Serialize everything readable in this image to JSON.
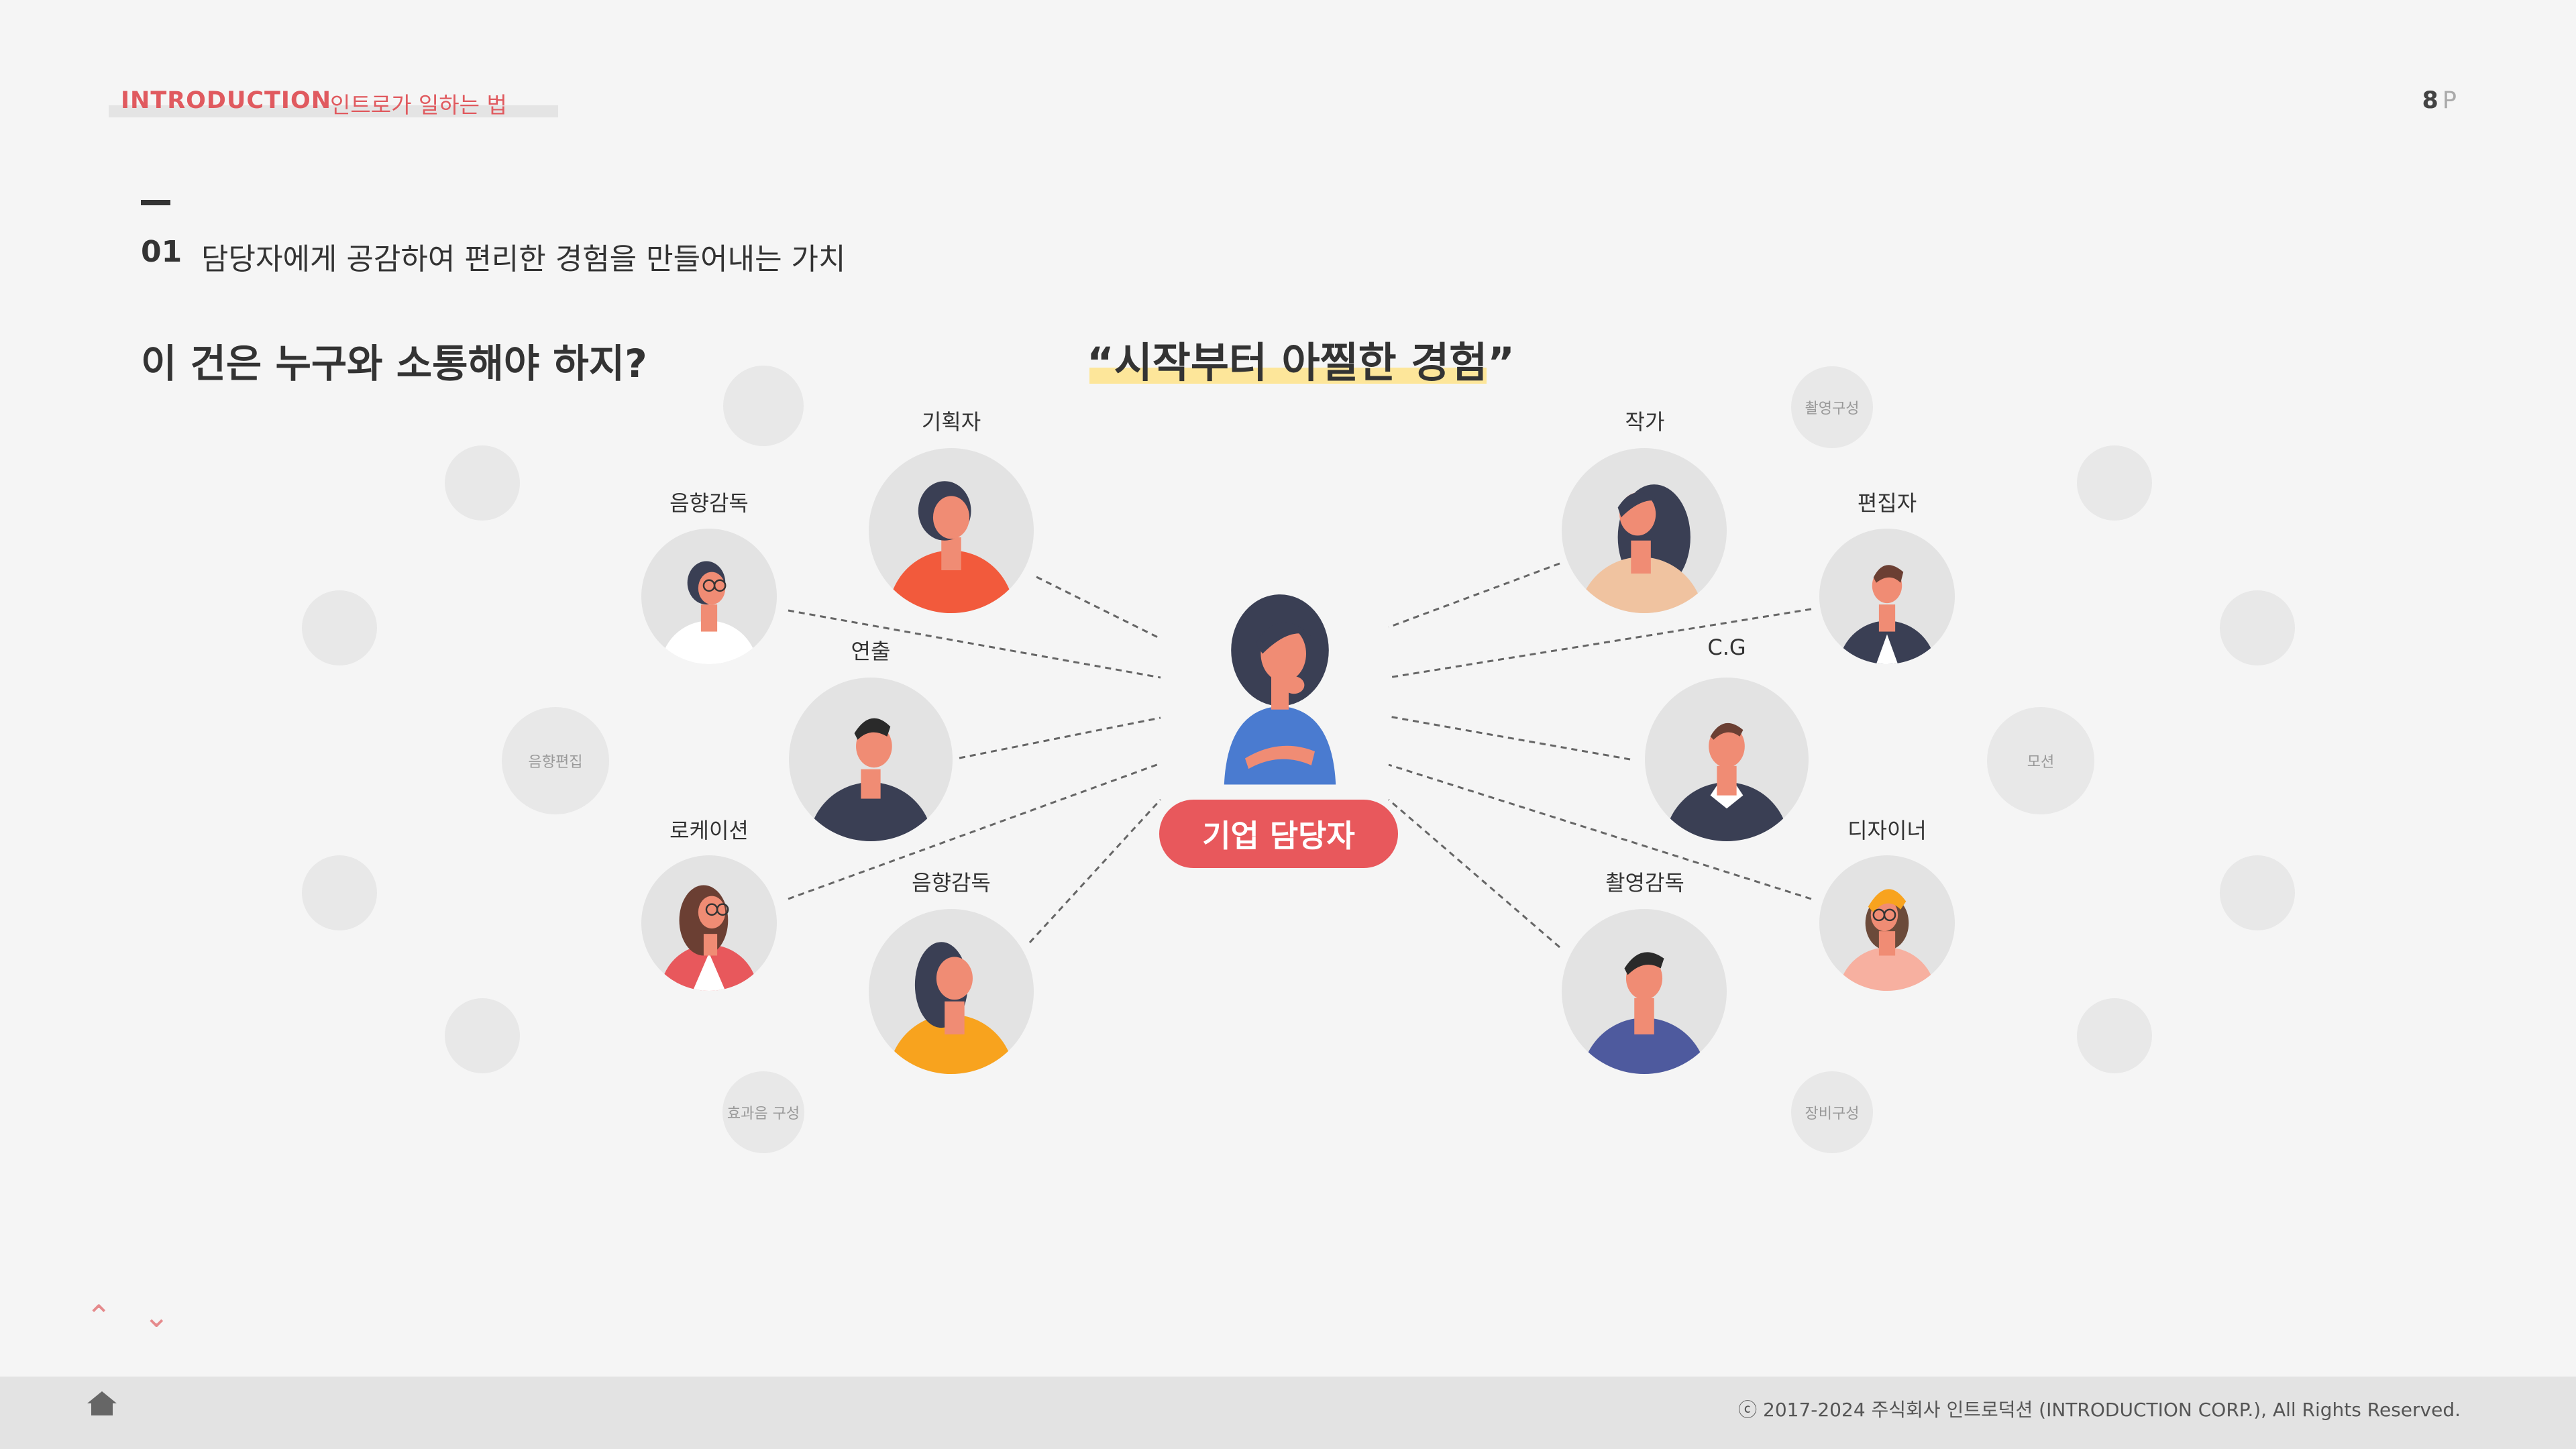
{
  "header": {
    "brand": "INTRODUCTION",
    "subtitle": "인트로가 일하는 법",
    "page_number": "8",
    "page_suffix": "P"
  },
  "section": {
    "number": "01",
    "title": "담당자에게 공감하여 편리한 경험을 만들어내는 가치",
    "question": "이 건은 누구와 소통해야 하지?",
    "quote": "“시작부터 아찔한 경험”"
  },
  "center": {
    "label": "기업 담당자"
  },
  "people": {
    "left": [
      {
        "label": "기획자"
      },
      {
        "label": "음향감독"
      },
      {
        "label": "연출"
      },
      {
        "label": "로케이션"
      },
      {
        "label": "음향감독"
      }
    ],
    "right": [
      {
        "label": "작가"
      },
      {
        "label": "편집자"
      },
      {
        "label": "C.G"
      },
      {
        "label": "디자이너"
      },
      {
        "label": "촬영감독"
      }
    ]
  },
  "faint_labels": {
    "sound_edit": "음향편집",
    "sfx": "효과음 구성",
    "shoot_plan": "촬영구성",
    "motion": "모션",
    "equipment": "장비구성"
  },
  "nav": {
    "up_icon": "chevron-up-icon",
    "down_icon": "chevron-down-icon"
  },
  "footer": {
    "copyright": "ⓒ 2017-2024 주식회사 인트로덕션 (INTRODUCTION CORP.), All Rights Reserved.",
    "home_icon": "home-icon"
  },
  "colors": {
    "accent": "#e05a5f",
    "badge": "#e8585c",
    "highlight": "#fde69a"
  }
}
